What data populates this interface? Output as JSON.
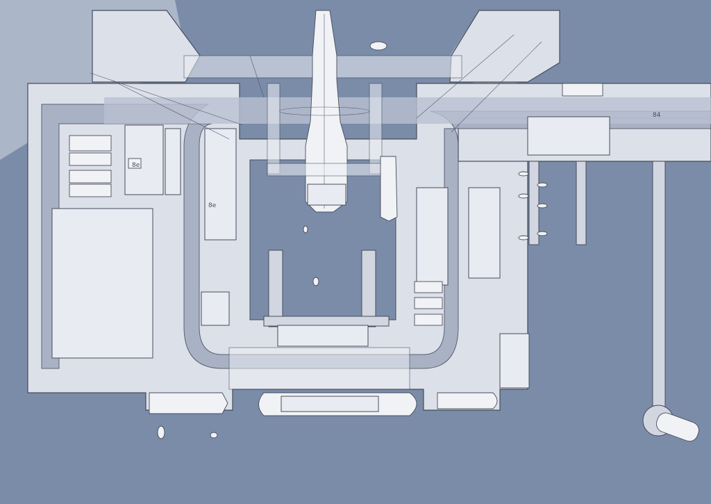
{
  "scene": {
    "description_colors": {
      "water": "#5f7396",
      "land": "#d5d9e4",
      "road": "#8c98b2",
      "ink": "#1d2536"
    },
    "labels": {
      "road_marker": "84",
      "building_tag_1": "8e",
      "building_tag_2": "8e"
    }
  }
}
